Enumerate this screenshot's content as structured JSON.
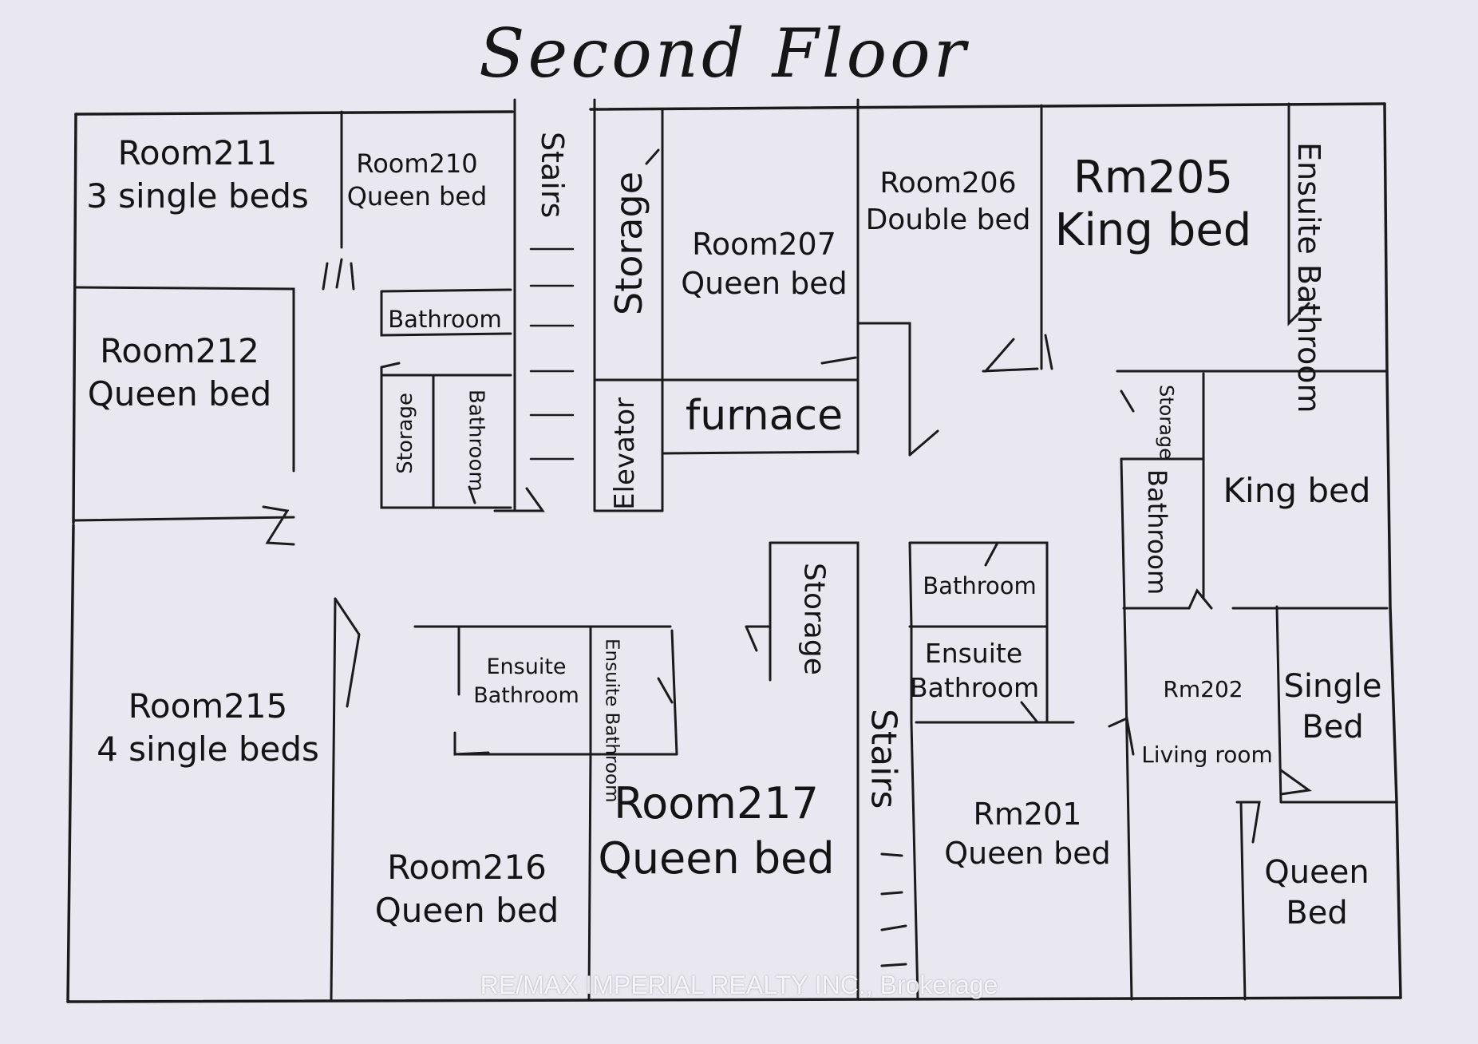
{
  "title": "Second Floor",
  "rooms": {
    "room211": "Room211\n3 single beds",
    "room210": "Room210\nQueen bed",
    "room212": "Room212\nQueen bed",
    "room207": "Room207\nQueen bed",
    "room206": "Room206\nDouble bed",
    "rm205": "Rm205\nKing bed",
    "room215": "Room215\n4 single beds",
    "room216": "Room216\nQueen bed",
    "room217": "Room217\nQueen bed",
    "rm201": "Rm201\nQueen bed",
    "rm202": "Rm202",
    "king_bed": "King bed",
    "single_bed": "Single\nBed",
    "queen_bed_se": "Queen\nBed"
  },
  "spaces": {
    "stairs_top": "Stairs",
    "storage_top": "Storage",
    "bathroom_210": "Bathroom",
    "storage_small": "Storage",
    "bathroom_small": "Bathroom",
    "elevator": "Elevator",
    "furnace": "furnace",
    "ensuite_205": "Ensuite\nBathroom",
    "storage_east": "Storage",
    "bathroom_east": "Bathroom",
    "storage_mid": "Storage",
    "bathroom_201": "Bathroom",
    "ensuite_201": "Ensuite\nBathroom",
    "ensuite_216": "Ensuite\nBathroom",
    "ensuite_217": "Ensuite\nBathroom",
    "stairs_bottom": "Stairs",
    "living_room": "Living room"
  },
  "watermark": "RE/MAX IMPERIAL REALTY INC., Brokerage"
}
